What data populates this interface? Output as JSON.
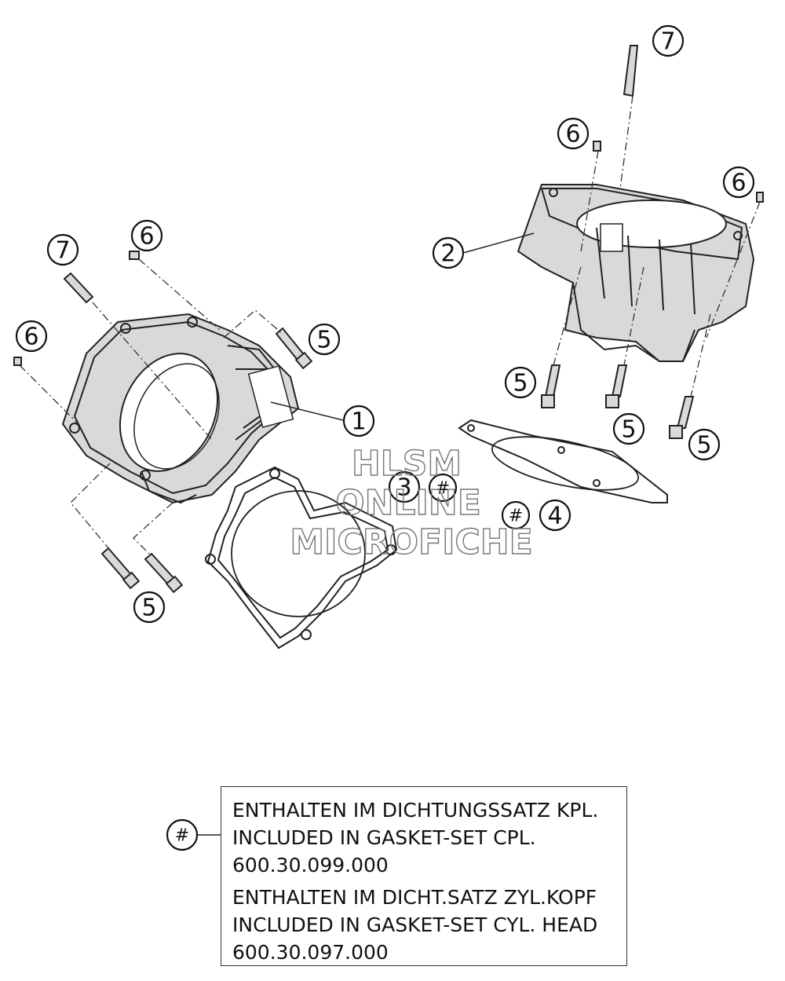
{
  "callouts": {
    "c1": "1",
    "c2": "2",
    "c3": "3",
    "c4": "4",
    "c5a": "5",
    "c5b": "5",
    "c5c": "5",
    "c5d": "5",
    "c5e": "5",
    "c6a": "6",
    "c6b": "6",
    "c6c": "6",
    "c6d": "6",
    "c7a": "7",
    "c7b": "7",
    "hash_a": "#",
    "hash_b": "#",
    "hash_c": "#"
  },
  "watermark": {
    "line1": "HLSM",
    "line2": "ONLINE",
    "line3": "MICROFICHE"
  },
  "note": {
    "line1": "ENTHALTEN IM DICHTUNGSSATZ KPL.",
    "line2": "INCLUDED IN GASKET-SET CPL.",
    "line3": "600.30.099.000",
    "line4": "ENTHALTEN IM DICHT.SATZ ZYL.KOPF",
    "line5": "INCLUDED IN GASKET-SET CYL. HEAD",
    "line6": "600.30.097.000"
  }
}
